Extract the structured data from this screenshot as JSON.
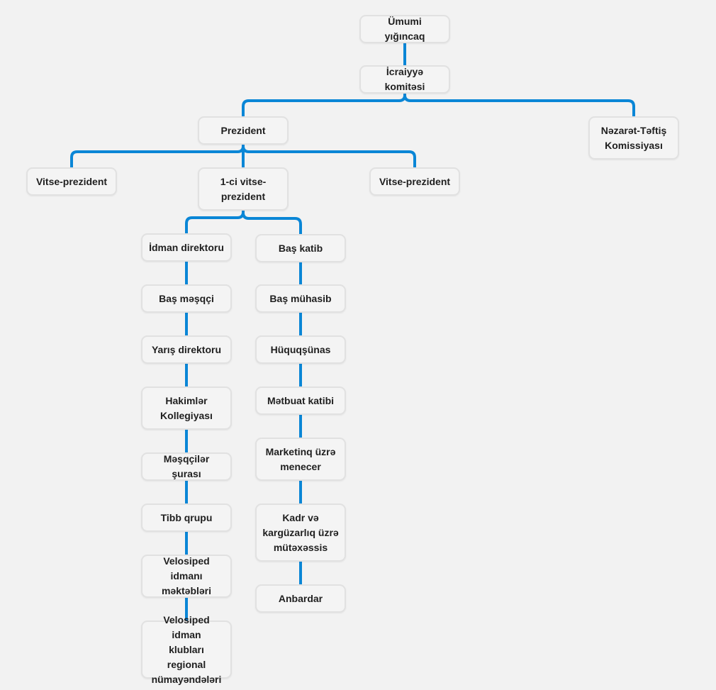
{
  "org_chart": {
    "nodes": [
      {
        "id": "general-assembly",
        "label": "Ümumi yığıncaq"
      },
      {
        "id": "executive-committee",
        "label": "İcraiyyə komitəsi"
      },
      {
        "id": "president",
        "label": "Prezident"
      },
      {
        "id": "audit-commission",
        "label": "Nəzarət-Təftiş\nKomissiyası"
      },
      {
        "id": "vice-president-left",
        "label": "Vitse-prezident"
      },
      {
        "id": "first-vice-president",
        "label": "1-ci vitse-\nprezident"
      },
      {
        "id": "vice-president-right",
        "label": "Vitse-prezident"
      },
      {
        "id": "sports-director",
        "label": "İdman direktoru"
      },
      {
        "id": "head-coach",
        "label": "Baş məşqçi"
      },
      {
        "id": "race-director",
        "label": "Yarış direktoru"
      },
      {
        "id": "referees-board",
        "label": "Hakimlər\nKollegiyası"
      },
      {
        "id": "coaches-council",
        "label": "Məşqçilər şurası"
      },
      {
        "id": "medical-group",
        "label": "Tibb qrupu"
      },
      {
        "id": "cycling-schools",
        "label": "Velosiped idmanı\nməktəbləri"
      },
      {
        "id": "regional-club-reps",
        "label": "Velosiped idman\nklubları regional\nnümayəndələri"
      },
      {
        "id": "general-secretary",
        "label": "Baş katib"
      },
      {
        "id": "chief-accountant",
        "label": "Baş mühasib"
      },
      {
        "id": "lawyer",
        "label": "Hüquqşünas"
      },
      {
        "id": "press-secretary",
        "label": "Mətbuat katibi"
      },
      {
        "id": "marketing-manager",
        "label": "Marketinq üzrə\nmenecer"
      },
      {
        "id": "hr-specialist",
        "label": "Kadr və\nkargüzarlıq üzrə\nmütəxəssis"
      },
      {
        "id": "warehouse-keeper",
        "label": "Anbardar"
      }
    ],
    "edges": [
      [
        "general-assembly",
        "executive-committee"
      ],
      [
        "executive-committee",
        "president"
      ],
      [
        "executive-committee",
        "audit-commission"
      ],
      [
        "president",
        "vice-president-left"
      ],
      [
        "president",
        "first-vice-president"
      ],
      [
        "president",
        "vice-president-right"
      ],
      [
        "first-vice-president",
        "sports-director"
      ],
      [
        "first-vice-president",
        "general-secretary"
      ],
      [
        "sports-director",
        "head-coach"
      ],
      [
        "head-coach",
        "race-director"
      ],
      [
        "race-director",
        "referees-board"
      ],
      [
        "referees-board",
        "coaches-council"
      ],
      [
        "coaches-council",
        "medical-group"
      ],
      [
        "medical-group",
        "cycling-schools"
      ],
      [
        "cycling-schools",
        "regional-club-reps"
      ],
      [
        "general-secretary",
        "chief-accountant"
      ],
      [
        "chief-accountant",
        "lawyer"
      ],
      [
        "lawyer",
        "press-secretary"
      ],
      [
        "press-secretary",
        "marketing-manager"
      ],
      [
        "marketing-manager",
        "hr-specialist"
      ],
      [
        "hr-specialist",
        "warehouse-keeper"
      ]
    ],
    "colors": {
      "connector": "#0a86d6",
      "node_background": "#f4f4f4",
      "node_border": "#e1e1e1",
      "text": "#1f1f1f",
      "page_background": "#f2f2f2"
    }
  }
}
